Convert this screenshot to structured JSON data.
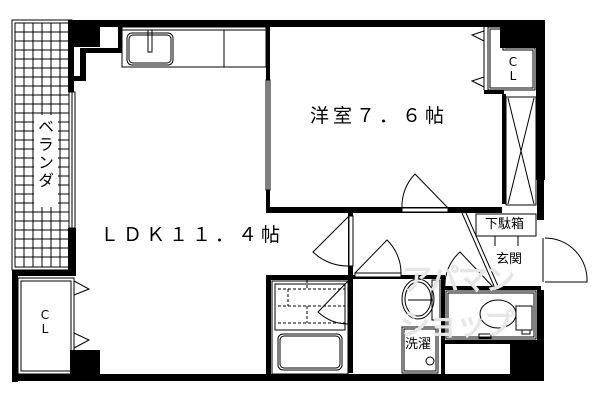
{
  "floor_plan": {
    "rooms": {
      "ldk": {
        "label": "ＬＤＫ１１．４帖",
        "name": "LDK",
        "size_jo": "11.4"
      },
      "western_room": {
        "label": "洋室７．６帖",
        "name": "洋室",
        "size_jo": "7.6"
      },
      "balcony": {
        "label": "ベランダ"
      },
      "closet_left": {
        "label_c": "C",
        "label_l": "L"
      },
      "closet_right": {
        "label_c": "C",
        "label_l": "L"
      },
      "shoe_box": {
        "label": "下駄箱"
      },
      "entrance": {
        "label": "玄関"
      },
      "laundry": {
        "label": "洗濯"
      }
    },
    "colors": {
      "wall": "#000000",
      "background": "#ffffff",
      "watermark": "#e6e6e6"
    },
    "watermark": {
      "line1": "アパマン",
      "line2": "ショップ"
    }
  }
}
